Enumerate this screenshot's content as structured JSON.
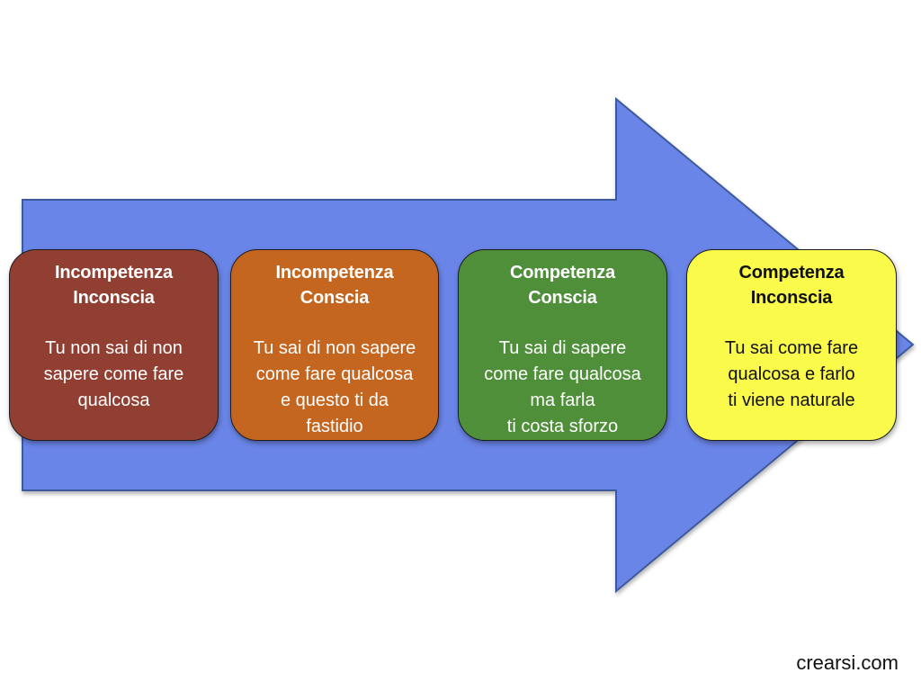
{
  "diagram": {
    "type": "competence-stages-arrow",
    "arrow": {
      "fill": "#6a85e8",
      "stroke": "#3d5a9c"
    },
    "stages": [
      {
        "title": "Incompetenza\nInconscia",
        "description": "Tu non sai di non\nsapere come fare\nqualcosa",
        "background": "#913f33",
        "text_color": "#ffffff"
      },
      {
        "title": "Incompetenza\nConscia",
        "description": "Tu sai di non sapere\ncome fare qualcosa\ne questo ti da\nfastidio",
        "background": "#c4661f",
        "text_color": "#ffffff"
      },
      {
        "title": "Competenza\nConscia",
        "description": "Tu sai di sapere\ncome fare qualcosa\nma farla\nti costa sforzo",
        "background": "#4f8f3a",
        "text_color": "#ffffff"
      },
      {
        "title": "Competenza\nInconscia",
        "description": "Tu sai come fare\nqualcosa e farlo\nti viene naturale",
        "background": "#fafa4b",
        "text_color": "#111111"
      }
    ]
  },
  "footer": {
    "site": "crearsi.com"
  }
}
